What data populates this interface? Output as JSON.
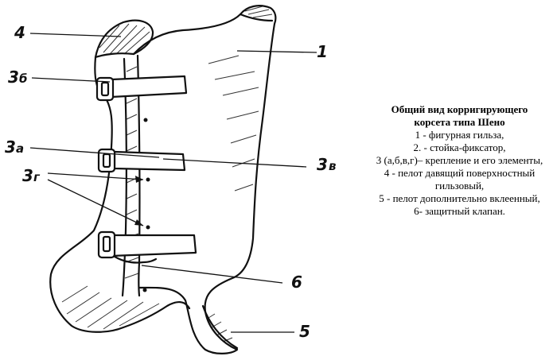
{
  "labels": {
    "l1": "1",
    "l3b_num": "3",
    "l3b_let": "б",
    "l3a_num": "3",
    "l3a_let": "а",
    "l3v_num": "3",
    "l3v_let": "в",
    "l3g_num": "3",
    "l3g_let": "г",
    "l4": "4",
    "l5": "5",
    "l6": "6"
  },
  "legend": {
    "title_line1": "Общий вид корригирующего",
    "title_line2": "корсета типа Шено",
    "items": [
      "1 - фигурная гильза,",
      "2. - стойка-фиксатор,",
      "3 (а,б,в,г)– крепление и его элементы,",
      "4 - пелот давящий поверхностный",
      "гильзовый,",
      "5 - пелот дополнительно вклеенный,",
      "6- защитный клапан."
    ]
  }
}
